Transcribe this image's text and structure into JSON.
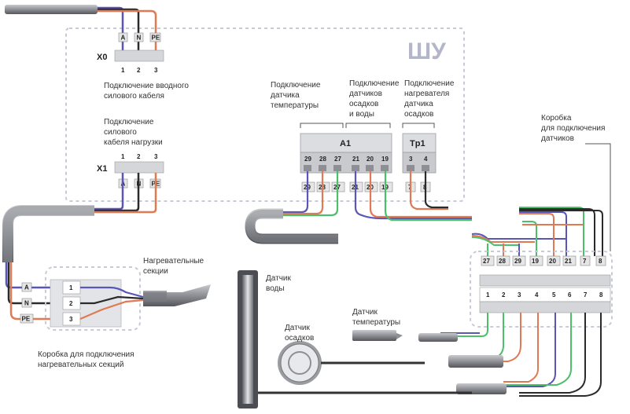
{
  "panel": {
    "name": "ШУ"
  },
  "x0": {
    "title": "X0",
    "tags": [
      "A",
      "N",
      "PE"
    ],
    "numbers": [
      "1",
      "2",
      "3"
    ],
    "caption": [
      "Подключение вводного",
      "силового кабеля"
    ]
  },
  "x1": {
    "title": "X1",
    "tags": [
      "A",
      "N",
      "PE"
    ],
    "numbers": [
      "1",
      "2",
      "3"
    ],
    "caption": [
      "Подключение",
      "силового",
      "кабеля нагрузки"
    ]
  },
  "a1": {
    "title": "A1",
    "terminals": [
      "29",
      "28",
      "27",
      "21",
      "20",
      "19"
    ],
    "tags": [
      "29",
      "28",
      "27",
      "21",
      "20",
      "19"
    ]
  },
  "tp1": {
    "title": "Tp1",
    "terminals": [
      "3",
      "4"
    ],
    "tags": [
      "7",
      "8"
    ]
  },
  "labels": {
    "temp_sensor_conn": [
      "Подключение",
      "датчика",
      "температуры"
    ],
    "precip_sensor_conn": [
      "Подключение",
      "датчиков",
      "осадков",
      "и воды"
    ],
    "heater_conn": [
      "Подключение",
      "нагревателя",
      "датчика",
      "осадков"
    ],
    "sensor_box": [
      "Коробка",
      "для подключения",
      "датчиков"
    ],
    "heating_sections": [
      "Нагревательные",
      "секции"
    ],
    "heating_box": [
      "Коробка для подключения",
      "нагревательных секций"
    ],
    "water_sensor": [
      "Датчик",
      "воды"
    ],
    "precip_sensor": [
      "Датчик",
      "осадков"
    ],
    "temp_sensor": [
      "Датчик",
      "температуры"
    ]
  },
  "heating_box": {
    "tags": [
      "A",
      "N",
      "PE"
    ],
    "numbers": [
      "1",
      "2",
      "3"
    ]
  },
  "sensor_box": {
    "tags": [
      "27",
      "28",
      "29",
      "19",
      "20",
      "21",
      "7",
      "8"
    ],
    "numbers": [
      "1",
      "2",
      "3",
      "4",
      "5",
      "6",
      "7",
      "8"
    ]
  },
  "colors": {
    "blue": "#5a56b8",
    "black": "#2b2b2b",
    "orange": "#e07a55",
    "green": "#4cbf6b",
    "dashed": "#c7cbd8",
    "cable": "#8d8f95"
  }
}
